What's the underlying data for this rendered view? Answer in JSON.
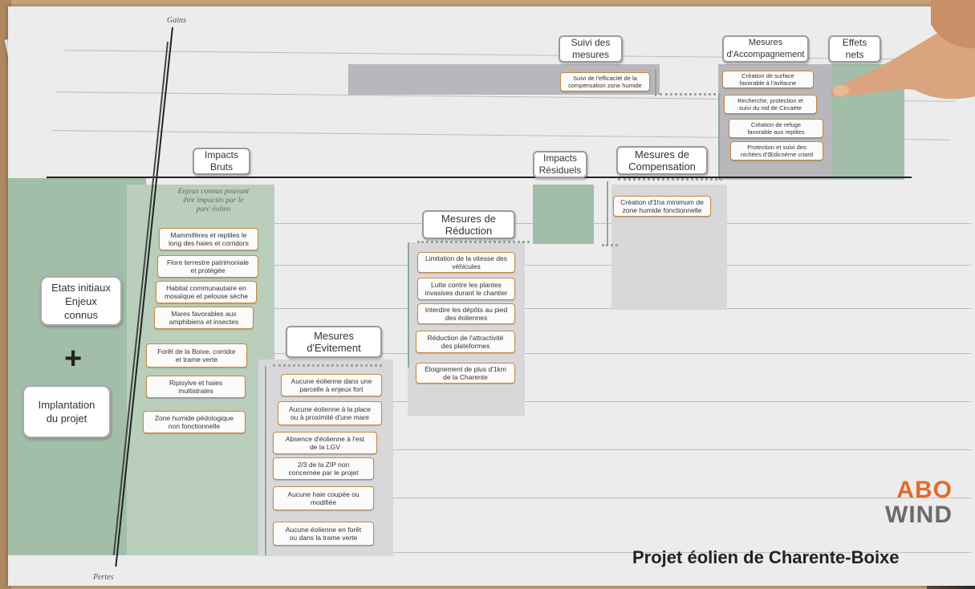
{
  "axis": {
    "gains": "Gains",
    "pertes": "Pertes"
  },
  "left_column": {
    "card_initial": "Etats initiaux\nEnjeux\nconnus",
    "plus": "+",
    "card_project": "Implantation\ndu projet"
  },
  "impacts_bruts": {
    "title": "Impacts\nBruts",
    "intro": "Enjeux connus pouvant\nêtre impactés par le\nparc éolien",
    "items": [
      "Mammifères et reptiles le\nlong des haies et corridors",
      "Flore terrestre patrimoniale\net protégée",
      "Habitat communautaire en\nmosaïque et pelouse sèche",
      "Mares favorables aux\namphibiens et insectes",
      "Forêt de la Boixe, corridor\net trame verte",
      "Ripisylve et haies\nmultistrates",
      "Zone humide pédologique\nnon fonctionnelle"
    ]
  },
  "mesures_evitement": {
    "title": "Mesures\nd'Evitement",
    "items": [
      "Aucune éolienne dans une\nparcelle à enjeux fort",
      "Aucune éolienne à la place\nou à proximité d'une mare",
      "Absence d'éolienne à l'est\nde la LGV",
      "2/3 de la ZIP non\nconcernée par le projet",
      "Aucune haie coupée ou\nmodifiée",
      "Aucune éolienne en forêt\nou dans la trame verte"
    ]
  },
  "mesures_reduction": {
    "title": "Mesures de\nRéduction",
    "items": [
      "Limitation de la vitesse des\nvéhicules",
      "Lutte contre les plantes\ninvasives durant le chantier",
      "Interdire les dépôts au pied\ndes éoliennes",
      "Réduction de l'attractivité\ndes plateformes",
      "Éloignement de plus d'1km\nde la Charente"
    ]
  },
  "impacts_residuels": {
    "title": "Impacts\nRésiduels"
  },
  "mesures_compensation": {
    "title": "Mesures de\nCompensation",
    "items": [
      "Création d'1ha minimum de\nzone humide fonctionnelle"
    ]
  },
  "suivi_mesures": {
    "title": "Suivi des\nmesures",
    "items": [
      "Suivi de l'efficacité de la\ncompensation zone humide"
    ]
  },
  "mesures_accompagnement": {
    "title": "Mesures\nd'Accompagnement",
    "items": [
      "Création de surface\nfavorable à l'avifaune",
      "Recherche, protection et\nsuivi du nid de Circaète",
      "Création de refuge\nfavorable aux reptiles",
      "Protection et suivi des\nnichées d'Œdicnème criard"
    ]
  },
  "effets_nets": {
    "title": "Effets\nnets"
  },
  "branding": {
    "abo": "ABO",
    "wind": "WIND",
    "project": "Projet éolien de Charente-Boixe"
  },
  "colors": {
    "green": "#a3bea8",
    "brand_orange": "#e36a2a",
    "card_border": "#c9883e"
  }
}
